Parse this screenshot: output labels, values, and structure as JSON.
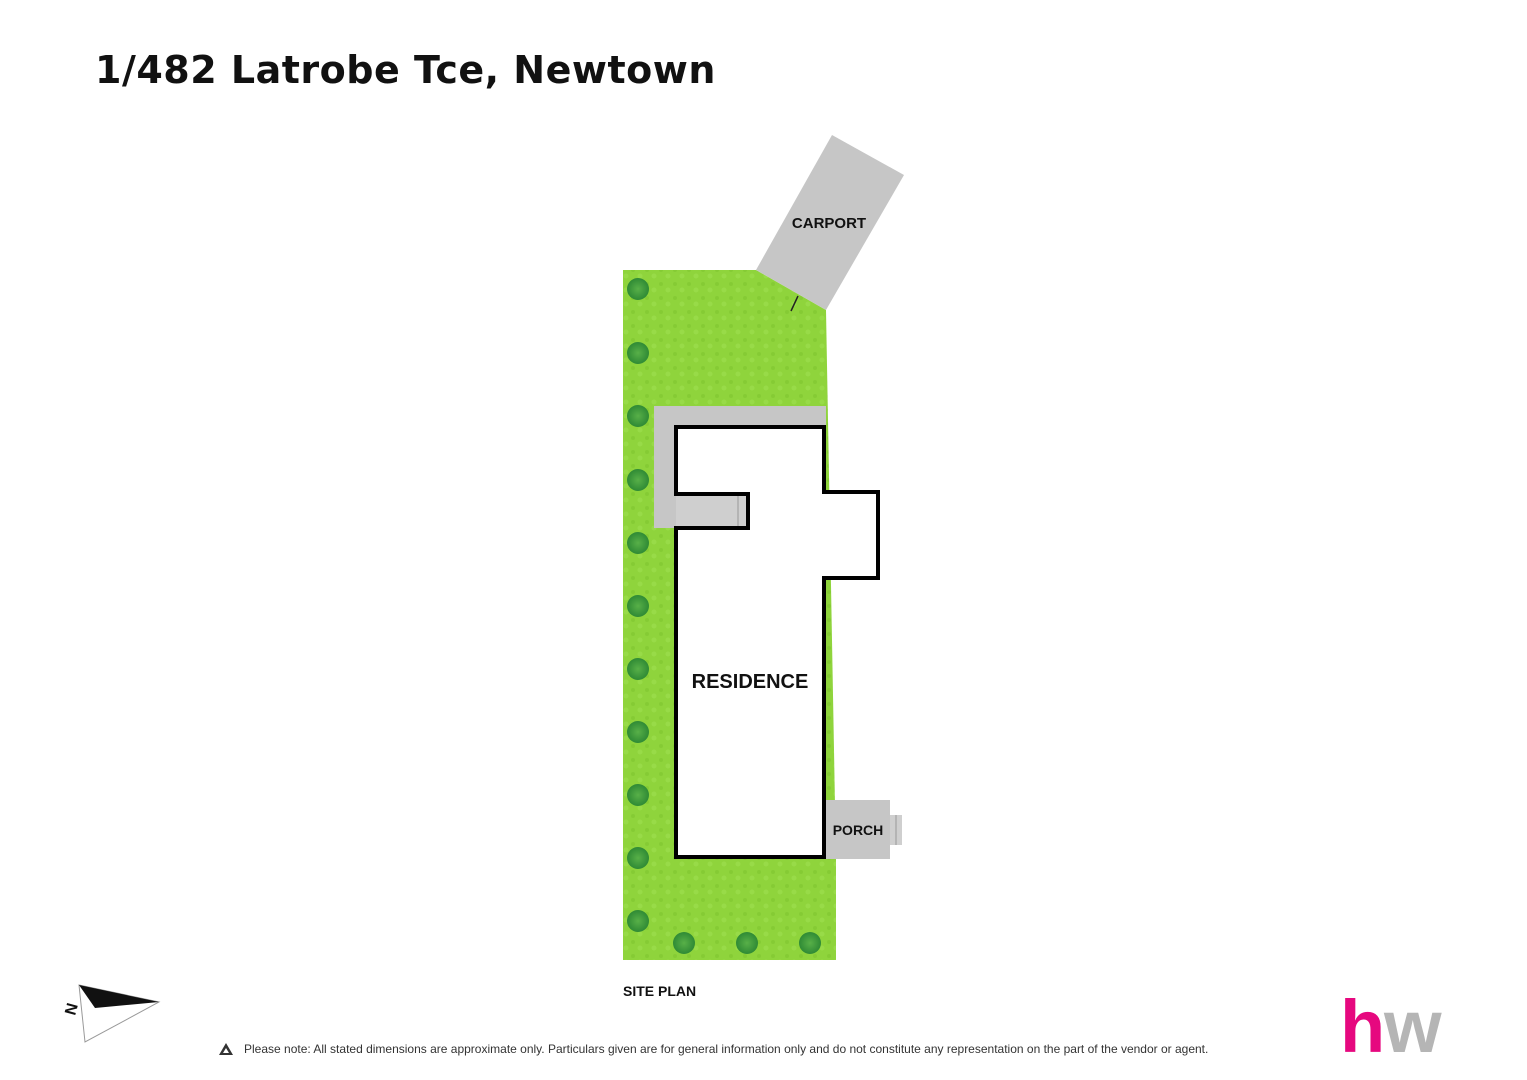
{
  "title": "1/482 Latrobe Tce, Newtown",
  "plan": {
    "carport_label": "CARPORT",
    "residence_label": "RESIDENCE",
    "porch_label": "PORCH",
    "site_plan_label": "SITE PLAN"
  },
  "compass": {
    "letter": "N"
  },
  "disclaimer": "Please note: All stated dimensions are approximate only. Particulars given are for general information only and do not constitute any representation on the part of the vendor or agent.",
  "logo": {
    "h": "h",
    "w": "w"
  },
  "colors": {
    "lawn": "#8fd43c",
    "paving": "#c6c6c6",
    "walls": "#000000",
    "tree": "#3c9b3c",
    "brand_pink": "#e6087f",
    "brand_grey": "#b5b5b5"
  }
}
